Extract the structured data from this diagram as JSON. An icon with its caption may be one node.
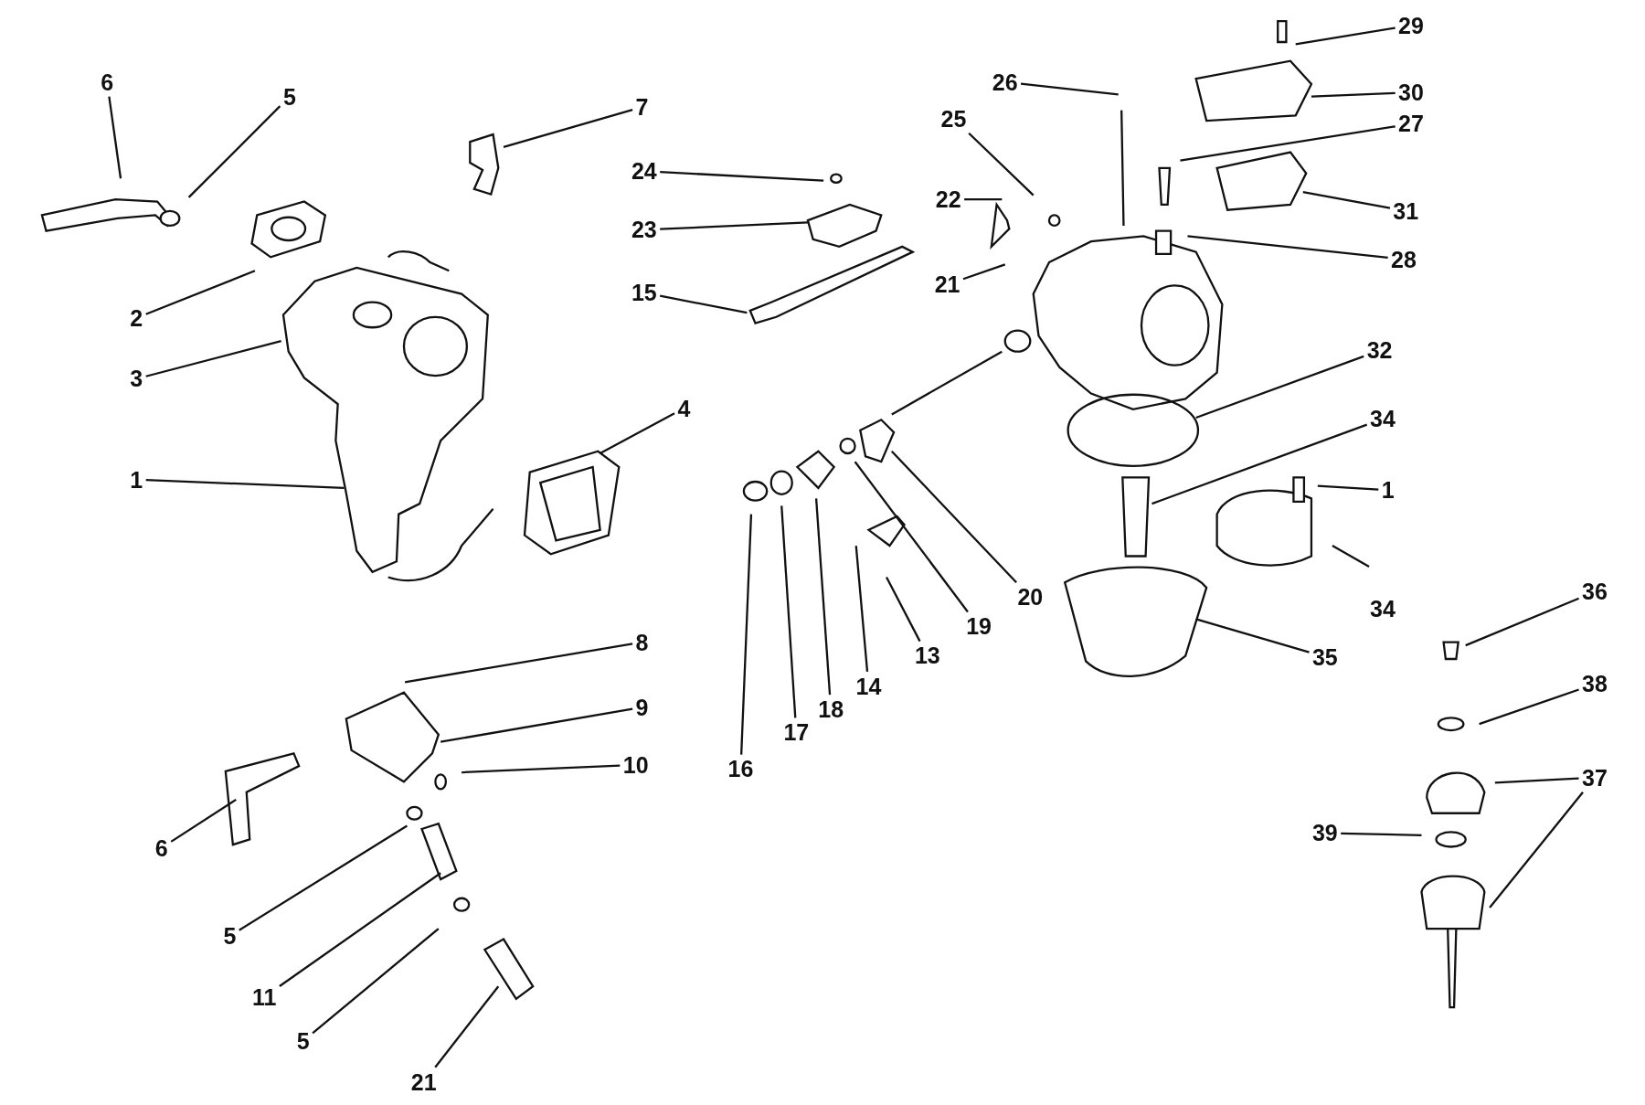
{
  "diagram": {
    "nodes": [
      {
        "text": [
          "6"
        ]
      },
      {
        "text": [
          "5"
        ]
      },
      {
        "text": [
          "7"
        ]
      },
      {
        "text": [
          "24"
        ]
      },
      {
        "text": [
          "23"
        ]
      },
      {
        "text": [
          "15"
        ]
      },
      {
        "text": [
          "2"
        ]
      },
      {
        "text": [
          "3"
        ]
      },
      {
        "text": [
          "4"
        ]
      },
      {
        "text": [
          "1"
        ]
      },
      {
        "text": [
          "8"
        ]
      },
      {
        "text": [
          "9"
        ]
      },
      {
        "text": [
          "10"
        ]
      },
      {
        "text": [
          "6"
        ]
      },
      {
        "text": [
          "5"
        ]
      },
      {
        "text": [
          "11"
        ]
      },
      {
        "text": [
          "5"
        ]
      },
      {
        "text": [
          "21"
        ]
      },
      {
        "text": [
          "16"
        ]
      },
      {
        "text": [
          "17"
        ]
      },
      {
        "text": [
          "18"
        ]
      },
      {
        "text": [
          "14"
        ]
      },
      {
        "text": [
          "13"
        ]
      },
      {
        "text": [
          "19"
        ]
      },
      {
        "text": [
          "20"
        ]
      },
      {
        "text": [
          "26"
        ]
      },
      {
        "text": [
          "25"
        ]
      },
      {
        "text": [
          "22"
        ]
      },
      {
        "text": [
          "21"
        ]
      },
      {
        "text": [
          "29"
        ]
      },
      {
        "text": [
          "30"
        ]
      },
      {
        "text": [
          "27"
        ]
      },
      {
        "text": [
          "31"
        ]
      },
      {
        "text": [
          "28"
        ]
      },
      {
        "text": [
          "32"
        ]
      },
      {
        "text": [
          "34"
        ]
      },
      {
        "text": [
          "1"
        ]
      },
      {
        "text": [
          "35"
        ]
      },
      {
        "text": [
          "36"
        ]
      },
      {
        "text": [
          "38"
        ]
      },
      {
        "text": [
          "37"
        ]
      },
      {
        "text": [
          "39"
        ]
      }
    ],
    "edges": [
      {
        "from": 0,
        "to": null,
        "arrow": "none"
      },
      {
        "from": 1,
        "to": null,
        "arrow": "none"
      },
      {
        "from": 2,
        "to": null,
        "arrow": "none"
      },
      {
        "from": 3,
        "to": null,
        "arrow": "none"
      },
      {
        "from": 4,
        "to": null,
        "arrow": "none"
      },
      {
        "from": 5,
        "to": null,
        "arrow": "none"
      },
      {
        "from": 6,
        "to": null,
        "arrow": "none"
      },
      {
        "from": 7,
        "to": null,
        "arrow": "none"
      },
      {
        "from": 8,
        "to": null,
        "arrow": "none"
      },
      {
        "from": 9,
        "to": null,
        "arrow": "none"
      },
      {
        "from": 10,
        "to": null,
        "arrow": "none"
      },
      {
        "from": 11,
        "to": null,
        "arrow": "none"
      },
      {
        "from": 12,
        "to": null,
        "arrow": "none"
      },
      {
        "from": 13,
        "to": null,
        "arrow": "none"
      },
      {
        "from": 14,
        "to": null,
        "arrow": "none"
      },
      {
        "from": 15,
        "to": null,
        "arrow": "none"
      },
      {
        "from": 16,
        "to": null,
        "arrow": "none"
      },
      {
        "from": 17,
        "to": null,
        "arrow": "none"
      },
      {
        "from": 18,
        "to": null,
        "arrow": "none"
      },
      {
        "from": 19,
        "to": null,
        "arrow": "none"
      },
      {
        "from": 20,
        "to": null,
        "arrow": "none"
      },
      {
        "from": 21,
        "to": null,
        "arrow": "none"
      },
      {
        "from": 22,
        "to": null,
        "arrow": "none"
      },
      {
        "from": 23,
        "to": null,
        "arrow": "none"
      },
      {
        "from": 24,
        "to": null,
        "arrow": "none"
      },
      {
        "from": 25,
        "to": null,
        "arrow": "none"
      },
      {
        "from": 26,
        "to": null,
        "arrow": "none"
      },
      {
        "from": 27,
        "to": null,
        "arrow": "none"
      },
      {
        "from": 28,
        "to": null,
        "arrow": "none"
      },
      {
        "from": 29,
        "to": null,
        "arrow": "none"
      },
      {
        "from": 30,
        "to": null,
        "arrow": "none"
      },
      {
        "from": 31,
        "to": null,
        "arrow": "none"
      },
      {
        "from": 32,
        "to": null,
        "arrow": "none"
      },
      {
        "from": 33,
        "to": null,
        "arrow": "none"
      },
      {
        "from": 34,
        "to": null,
        "arrow": "none"
      },
      {
        "from": 35,
        "to": null,
        "arrow": "none"
      },
      {
        "from": 36,
        "to": null,
        "arrow": "none"
      },
      {
        "from": 37,
        "to": null,
        "arrow": "none"
      },
      {
        "from": 38,
        "to": null,
        "arrow": "none"
      },
      {
        "from": 39,
        "to": null,
        "arrow": "none"
      },
      {
        "from": 40,
        "to": null,
        "arrow": "none"
      },
      {
        "from": 40,
        "to": null,
        "arrow": "none"
      },
      {
        "from": 41,
        "to": null,
        "arrow": "none"
      }
    ],
    "labels": [
      "34"
    ]
  }
}
